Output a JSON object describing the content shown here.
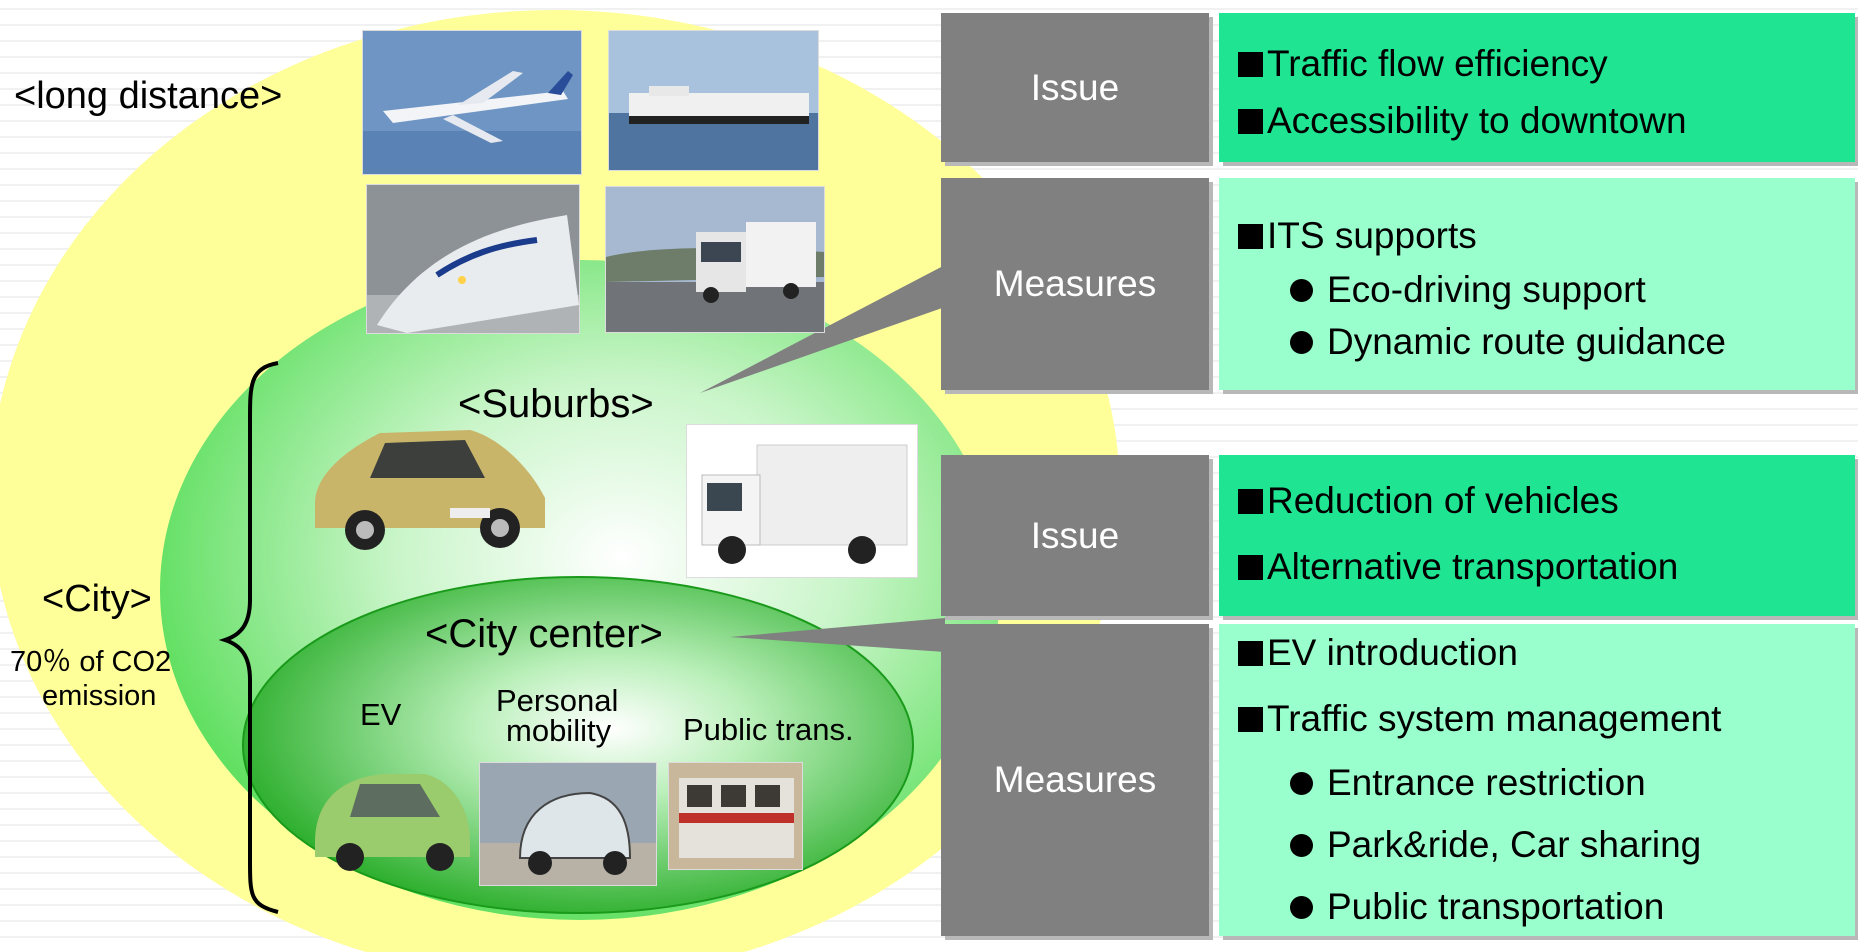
{
  "labels": {
    "long_distance": "<long distance>",
    "suburbs": "<Suburbs>",
    "city_center": "<City center>",
    "city": "<City>",
    "city_share": "70％ of CO2",
    "city_emission": "emission",
    "ev": "EV",
    "personal_line1": "Personal",
    "personal_line2": "mobility",
    "public_trans": "Public trans."
  },
  "panel_top": {
    "issue_label": "Issue",
    "measures_label": "Measures",
    "issues": [
      "Traffic flow efficiency",
      "Accessibility to downtown"
    ],
    "measures_head": "ITS supports",
    "measures_sub": [
      "Eco-driving support",
      "Dynamic route guidance"
    ]
  },
  "panel_bottom": {
    "issue_label": "Issue",
    "measures_label": "Measures",
    "issues": [
      "Reduction of vehicles",
      "Alternative transportation"
    ],
    "measures": [
      "EV introduction",
      "Traffic system management"
    ],
    "measures_sub": [
      "Entrance restriction",
      "Park&ride, Car sharing",
      "Public transportation"
    ]
  },
  "colors": {
    "outer_ellipse": "#ffff99",
    "suburbs_ellipse": "#66dd66",
    "center_ellipse": "#33bb33",
    "label_gray": "#808080",
    "issue_green": "#1fe593",
    "measures_green": "#99ffcc"
  },
  "photos": [
    "airplane-photo",
    "ship-photo",
    "bullet-train-photo",
    "truck-highway-photo",
    "compact-car-photo",
    "delivery-truck-photo",
    "ev-car-photo",
    "personal-mobility-photo",
    "subway-train-photo"
  ]
}
